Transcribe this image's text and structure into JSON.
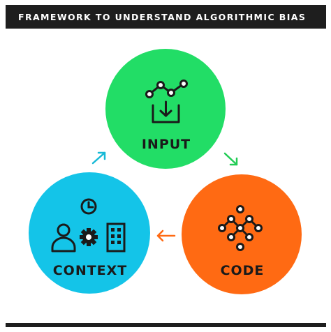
{
  "title": "FRAMEWORK TO UNDERSTAND ALGORITHMIC BIAS",
  "nodes": {
    "input": {
      "label": "INPUT",
      "color": "#22dd66"
    },
    "code": {
      "label": "CODE",
      "color": "#ff6a13"
    },
    "context": {
      "label": "CONTEXT",
      "color": "#14c4e8"
    }
  },
  "icons": {
    "input": [
      "line-chart-icon",
      "download-tray-icon"
    ],
    "code": [
      "node-graph-icon"
    ],
    "context": [
      "clock-icon",
      "person-icon",
      "gear-icon",
      "building-icon"
    ]
  },
  "arrows": {
    "context_to_input": "#17b9d6",
    "input_to_code": "#22cc55",
    "code_to_context": "#ff6a13"
  }
}
